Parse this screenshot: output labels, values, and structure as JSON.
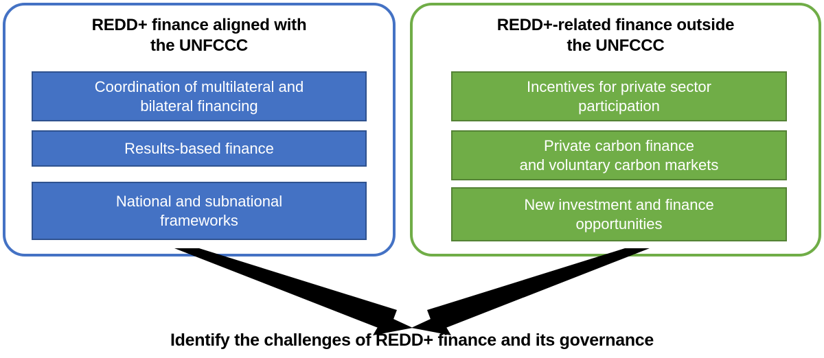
{
  "diagram": {
    "conclusion": "Identify the challenges of REDD+ finance and its governance",
    "colors": {
      "blue_fill": "#4472C4",
      "blue_border": "#2F528F",
      "blue_panel_border": "#4472C4",
      "green_fill": "#70AD47",
      "green_border": "#548235",
      "green_panel_border": "#70AD47",
      "arrow": "#000000",
      "background": "#FFFFFF",
      "box_text": "#FFFFFF",
      "heading_text": "#000000"
    },
    "panels": [
      {
        "id": "unfccc",
        "title": "REDD+ finance aligned with\nthe UNFCCC",
        "accent": "#4472C4",
        "items": [
          {
            "label": "Coordination of multilateral and\nbilateral financing"
          },
          {
            "label": "Results-based finance"
          },
          {
            "label": "National and subnational\nframeworks"
          }
        ]
      },
      {
        "id": "outside",
        "title": "REDD+-related finance outside\nthe UNFCCC",
        "accent": "#70AD47",
        "items": [
          {
            "label": "Incentives for private sector\nparticipation"
          },
          {
            "label": "Private carbon finance\nand voluntary carbon markets"
          },
          {
            "label": "New investment and finance\nopportunities"
          }
        ]
      }
    ],
    "arrows": [
      {
        "name": "arrow-from-unfccc-panel",
        "from": "unfccc-panel",
        "to": "conclusion"
      },
      {
        "name": "arrow-from-outside-panel",
        "from": "outside-panel",
        "to": "conclusion"
      }
    ]
  }
}
